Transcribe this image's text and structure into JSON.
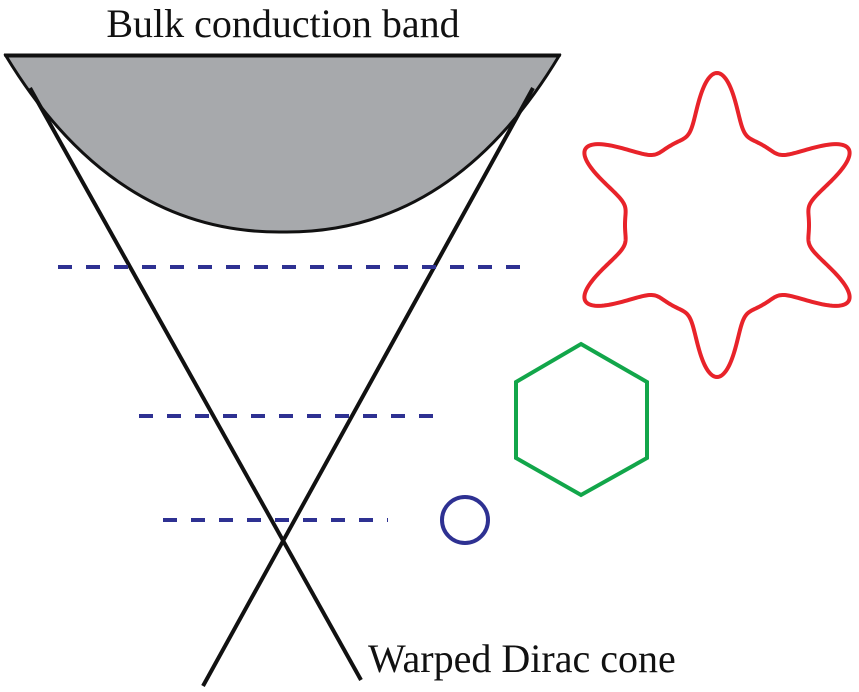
{
  "labels": {
    "top": "Bulk conduction band",
    "bottom": "Warped Dirac cone"
  },
  "colors": {
    "band_fill": "#a7a9ac",
    "line": "#111111",
    "dash": "#2e3192",
    "star": "#e8232a",
    "hexagon": "#12a64a",
    "circle": "#2e3192"
  },
  "contours": [
    {
      "shape": "circle",
      "color": "circle"
    },
    {
      "shape": "hexagon",
      "color": "hexagon"
    },
    {
      "shape": "snowflake",
      "color": "star"
    }
  ]
}
